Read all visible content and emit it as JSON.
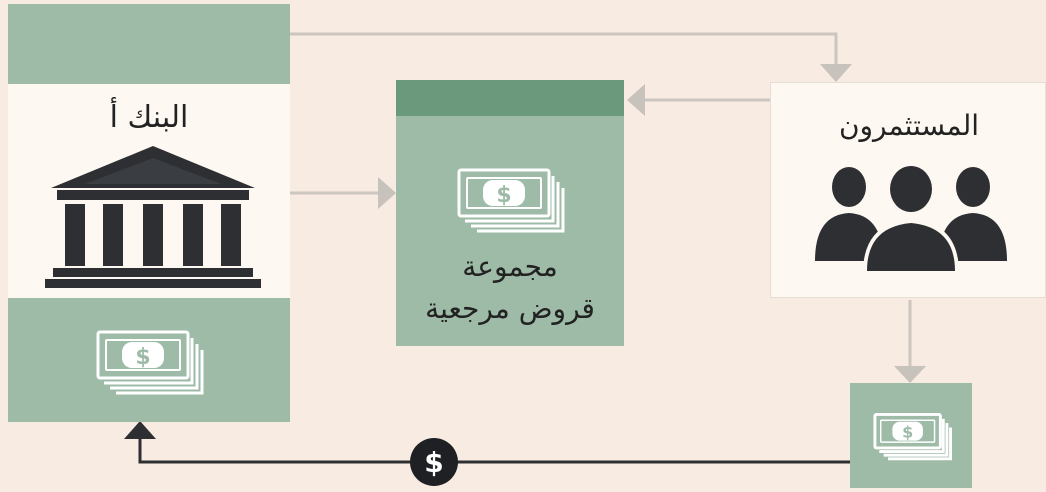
{
  "bank": {
    "title": "البنك أ"
  },
  "pool": {
    "line1": "مجموعة",
    "line2": "قروض مرجعية"
  },
  "investors": {
    "title": "المستثمرون"
  },
  "money_symbol": "$",
  "colors": {
    "background": "#f8ebe1",
    "green": "#9dbba7",
    "dark_green": "#6a9a7b",
    "panel": "#fdf8f2",
    "icon": "#2d2f33",
    "arrow": "#c8c2bc"
  }
}
